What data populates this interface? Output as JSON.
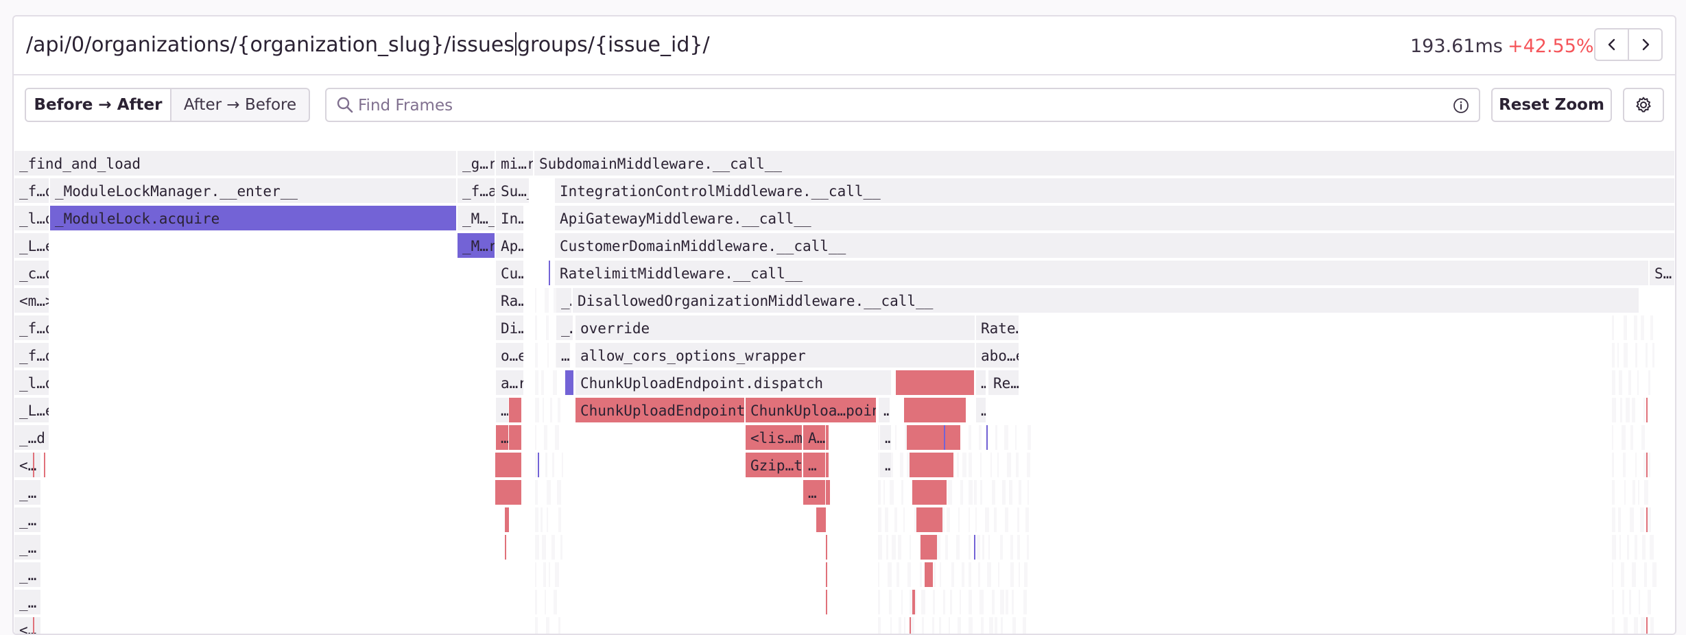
{
  "header": {
    "title_part1": "/api/0/organizations/{organization_slug}/issues",
    "title_part2": "groups/{issue_id}/",
    "duration": "193.61ms",
    "change": "+42.55%",
    "change_color": "#f55459",
    "prev_icon": "chevron-left-icon",
    "next_icon": "chevron-right-icon"
  },
  "toolbar": {
    "direction_options": [
      "Before → After",
      "After → Before"
    ],
    "selected_direction": "Before → After",
    "search_placeholder": "Find Frames",
    "search_value": "",
    "reset_zoom_label": "Reset Zoom",
    "settings_icon": "gear-icon",
    "search_icon": "search-icon",
    "info_icon": "info-icon"
  },
  "colors": {
    "regression": "#e0717a",
    "selected": "#7363d6",
    "neutral": "#f1f0f3",
    "neutral_alt": "#f7f6f8"
  },
  "flamegraph": {
    "frames": [
      {
        "label": "_find_and_load",
        "depth": 0,
        "start": 0,
        "end": 646,
        "tone": "neutral"
      },
      {
        "label": "_g…rt",
        "depth": 0,
        "start": 646,
        "end": 702,
        "tone": "neutral"
      },
      {
        "label": "mi…re",
        "depth": 0,
        "start": 702,
        "end": 758,
        "tone": "neutral"
      },
      {
        "label": "SubdomainMiddleware.__call__",
        "depth": 0,
        "start": 758,
        "end": 2422,
        "tone": "neutral"
      },
      {
        "label": "_f…d",
        "depth": 1,
        "start": 0,
        "end": 52,
        "tone": "neutral"
      },
      {
        "label": "_ModuleLockManager.__enter__",
        "depth": 1,
        "start": 52,
        "end": 646,
        "tone": "neutral"
      },
      {
        "label": "_f…ad",
        "depth": 1,
        "start": 646,
        "end": 702,
        "tone": "neutral"
      },
      {
        "label": "Su…_",
        "depth": 1,
        "start": 702,
        "end": 752,
        "tone": "neutral"
      },
      {
        "label": "IntegrationControlMiddleware.__call__",
        "depth": 1,
        "start": 788,
        "end": 2422,
        "tone": "neutral"
      },
      {
        "label": "_l…d",
        "depth": 2,
        "start": 0,
        "end": 52,
        "tone": "neutral"
      },
      {
        "label": "_ModuleLock.acquire",
        "depth": 2,
        "start": 52,
        "end": 646,
        "tone": "selected"
      },
      {
        "label": "_M…_",
        "depth": 2,
        "start": 646,
        "end": 702,
        "tone": "neutral"
      },
      {
        "label": "In…_",
        "depth": 2,
        "start": 702,
        "end": 744,
        "tone": "neutral"
      },
      {
        "label": "ApiGatewayMiddleware.__call__",
        "depth": 2,
        "start": 788,
        "end": 2422,
        "tone": "neutral"
      },
      {
        "label": "_L…e",
        "depth": 3,
        "start": 0,
        "end": 52,
        "tone": "neutral"
      },
      {
        "label": "_M…re",
        "depth": 3,
        "start": 646,
        "end": 702,
        "tone": "selected"
      },
      {
        "label": "Ap…_",
        "depth": 3,
        "start": 702,
        "end": 744,
        "tone": "neutral"
      },
      {
        "label": "CustomerDomainMiddleware.__call__",
        "depth": 3,
        "start": 788,
        "end": 2422,
        "tone": "neutral"
      },
      {
        "label": "_c…d",
        "depth": 4,
        "start": 0,
        "end": 52,
        "tone": "neutral"
      },
      {
        "label": "Cu…_",
        "depth": 4,
        "start": 702,
        "end": 744,
        "tone": "neutral"
      },
      {
        "label": "RatelimitMiddleware.__call__",
        "depth": 4,
        "start": 788,
        "end": 2384,
        "tone": "neutral"
      },
      {
        "label": "S…",
        "depth": 4,
        "start": 2384,
        "end": 2422,
        "tone": "neutral"
      },
      {
        "label": "<m…>",
        "depth": 5,
        "start": 0,
        "end": 52,
        "tone": "neutral"
      },
      {
        "label": "Ra…_",
        "depth": 5,
        "start": 702,
        "end": 744,
        "tone": "neutral"
      },
      {
        "label": "_…",
        "depth": 5,
        "start": 790,
        "end": 814,
        "tone": "neutral"
      },
      {
        "label": "DisallowedOrganizationMiddleware.__call__",
        "depth": 5,
        "start": 814,
        "end": 2370,
        "tone": "neutral"
      },
      {
        "label": "_f…d",
        "depth": 6,
        "start": 0,
        "end": 52,
        "tone": "neutral"
      },
      {
        "label": "Di…_",
        "depth": 6,
        "start": 702,
        "end": 744,
        "tone": "neutral"
      },
      {
        "label": "_…",
        "depth": 6,
        "start": 790,
        "end": 816,
        "tone": "neutral"
      },
      {
        "label": "override",
        "depth": 6,
        "start": 818,
        "end": 1402,
        "tone": "neutral"
      },
      {
        "label": "Rate…iew",
        "depth": 6,
        "start": 1402,
        "end": 1466,
        "tone": "neutral"
      },
      {
        "label": "_f…d",
        "depth": 7,
        "start": 0,
        "end": 52,
        "tone": "neutral"
      },
      {
        "label": "o…e",
        "depth": 7,
        "start": 702,
        "end": 744,
        "tone": "neutral"
      },
      {
        "label": "…",
        "depth": 7,
        "start": 790,
        "end": 812,
        "tone": "neutral"
      },
      {
        "label": "allow_cors_options_wrapper",
        "depth": 7,
        "start": 818,
        "end": 1402,
        "tone": "neutral"
      },
      {
        "label": "abo…eck",
        "depth": 7,
        "start": 1402,
        "end": 1466,
        "tone": "neutral"
      },
      {
        "label": "_l…d",
        "depth": 8,
        "start": 0,
        "end": 52,
        "tone": "neutral"
      },
      {
        "label": "a…r",
        "depth": 8,
        "start": 702,
        "end": 744,
        "tone": "neutral"
      },
      {
        "label": "ChunkUploadEndpoint.dispatch",
        "depth": 8,
        "start": 818,
        "end": 1280,
        "tone": "neutral"
      },
      {
        "label": "…",
        "depth": 8,
        "start": 1402,
        "end": 1418,
        "tone": "neutral"
      },
      {
        "label": "Re…ue",
        "depth": 8,
        "start": 1420,
        "end": 1466,
        "tone": "neutral"
      },
      {
        "label": "_L…e",
        "depth": 9,
        "start": 0,
        "end": 52,
        "tone": "neutral"
      },
      {
        "label": "…",
        "depth": 9,
        "start": 702,
        "end": 722,
        "tone": "neutral"
      },
      {
        "label": "ChunkUploadEndpoint.get",
        "depth": 9,
        "start": 818,
        "end": 1066,
        "tone": "regression"
      },
      {
        "label": "ChunkUploa…point.post",
        "depth": 9,
        "start": 1066,
        "end": 1258,
        "tone": "regression"
      },
      {
        "label": "…",
        "depth": 9,
        "start": 1260,
        "end": 1278,
        "tone": "neutral"
      },
      {
        "label": "…",
        "depth": 9,
        "start": 1402,
        "end": 1418,
        "tone": "neutral"
      },
      {
        "label": "_…d",
        "depth": 10,
        "start": 0,
        "end": 52,
        "tone": "neutral"
      },
      {
        "label": "…",
        "depth": 10,
        "start": 702,
        "end": 722,
        "tone": "regression"
      },
      {
        "label": "<lis…mp>",
        "depth": 10,
        "start": 1066,
        "end": 1150,
        "tone": "regression"
      },
      {
        "label": "A…",
        "depth": 10,
        "start": 1150,
        "end": 1184,
        "tone": "regression"
      },
      {
        "label": "…",
        "depth": 10,
        "start": 1262,
        "end": 1280,
        "tone": "neutral"
      },
      {
        "label": "<…",
        "depth": 11,
        "start": 0,
        "end": 40,
        "tone": "neutral"
      },
      {
        "label": "Gzip…t__",
        "depth": 11,
        "start": 1066,
        "end": 1150,
        "tone": "regression"
      },
      {
        "label": "…",
        "depth": 11,
        "start": 1150,
        "end": 1184,
        "tone": "regression"
      },
      {
        "label": "…",
        "depth": 11,
        "start": 1262,
        "end": 1280,
        "tone": "neutral"
      },
      {
        "label": "_…",
        "depth": 12,
        "start": 0,
        "end": 40,
        "tone": "neutral"
      },
      {
        "label": "…",
        "depth": 12,
        "start": 1150,
        "end": 1184,
        "tone": "regression"
      },
      {
        "label": "_…",
        "depth": 13,
        "start": 0,
        "end": 40,
        "tone": "neutral"
      },
      {
        "label": "_…",
        "depth": 14,
        "start": 0,
        "end": 40,
        "tone": "neutral"
      },
      {
        "label": "_…",
        "depth": 15,
        "start": 0,
        "end": 40,
        "tone": "neutral"
      },
      {
        "label": "_…",
        "depth": 16,
        "start": 0,
        "end": 40,
        "tone": "neutral"
      },
      {
        "label": "<…",
        "depth": 17,
        "start": 0,
        "end": 40,
        "tone": "neutral"
      }
    ],
    "slivers": [
      {
        "depth": 4,
        "start": 780,
        "end": 782,
        "tone": "selected"
      },
      {
        "depth": 8,
        "start": 804,
        "end": 816,
        "tone": "selected"
      },
      {
        "depth": 9,
        "start": 722,
        "end": 740,
        "tone": "regression"
      },
      {
        "depth": 10,
        "start": 722,
        "end": 740,
        "tone": "regression"
      },
      {
        "depth": 11,
        "start": 702,
        "end": 740,
        "tone": "regression"
      },
      {
        "depth": 12,
        "start": 702,
        "end": 740,
        "tone": "regression"
      },
      {
        "depth": 13,
        "start": 716,
        "end": 722,
        "tone": "regression"
      },
      {
        "depth": 14,
        "start": 716,
        "end": 718,
        "tone": "regression"
      },
      {
        "depth": 11,
        "start": 28,
        "end": 30,
        "tone": "regression"
      },
      {
        "depth": 11,
        "start": 44,
        "end": 46,
        "tone": "regression"
      },
      {
        "depth": 17,
        "start": 28,
        "end": 30,
        "tone": "regression"
      },
      {
        "depth": 12,
        "start": 1184,
        "end": 1190,
        "tone": "regression"
      },
      {
        "depth": 13,
        "start": 1170,
        "end": 1184,
        "tone": "regression"
      },
      {
        "depth": 14,
        "start": 1184,
        "end": 1186,
        "tone": "regression"
      },
      {
        "depth": 15,
        "start": 1184,
        "end": 1186,
        "tone": "regression"
      },
      {
        "depth": 16,
        "start": 1184,
        "end": 1186,
        "tone": "regression"
      },
      {
        "depth": 10,
        "start": 1184,
        "end": 1188,
        "tone": "regression"
      },
      {
        "depth": 11,
        "start": 1184,
        "end": 1188,
        "tone": "regression"
      },
      {
        "depth": 8,
        "start": 1286,
        "end": 1400,
        "tone": "regression"
      },
      {
        "depth": 9,
        "start": 1298,
        "end": 1388,
        "tone": "regression"
      },
      {
        "depth": 10,
        "start": 1302,
        "end": 1380,
        "tone": "regression"
      },
      {
        "depth": 11,
        "start": 1306,
        "end": 1370,
        "tone": "regression"
      },
      {
        "depth": 12,
        "start": 1310,
        "end": 1360,
        "tone": "regression"
      },
      {
        "depth": 13,
        "start": 1316,
        "end": 1354,
        "tone": "regression"
      },
      {
        "depth": 14,
        "start": 1322,
        "end": 1346,
        "tone": "regression"
      },
      {
        "depth": 15,
        "start": 1328,
        "end": 1340,
        "tone": "regression"
      },
      {
        "depth": 16,
        "start": 1310,
        "end": 1314,
        "tone": "regression"
      },
      {
        "depth": 17,
        "start": 1306,
        "end": 1308,
        "tone": "regression"
      },
      {
        "depth": 8,
        "start": 1386,
        "end": 1398,
        "tone": "regression"
      },
      {
        "depth": 9,
        "start": 2380,
        "end": 2382,
        "tone": "regression"
      },
      {
        "depth": 11,
        "start": 2380,
        "end": 2382,
        "tone": "regression"
      },
      {
        "depth": 13,
        "start": 2380,
        "end": 2382,
        "tone": "regression"
      },
      {
        "depth": 17,
        "start": 2380,
        "end": 2382,
        "tone": "regression"
      },
      {
        "depth": 10,
        "start": 1356,
        "end": 1358,
        "tone": "selected"
      },
      {
        "depth": 11,
        "start": 764,
        "end": 766,
        "tone": "selected"
      },
      {
        "depth": 10,
        "start": 1418,
        "end": 1420,
        "tone": "selected"
      },
      {
        "depth": 14,
        "start": 1400,
        "end": 1402,
        "tone": "selected"
      }
    ],
    "faint_columns": [
      {
        "start": 1260,
        "end": 1480,
        "from_depth": 10,
        "to_depth": 17
      },
      {
        "start": 760,
        "end": 800,
        "from_depth": 5,
        "to_depth": 17
      },
      {
        "start": 2330,
        "end": 2390,
        "from_depth": 6,
        "to_depth": 17
      }
    ]
  }
}
